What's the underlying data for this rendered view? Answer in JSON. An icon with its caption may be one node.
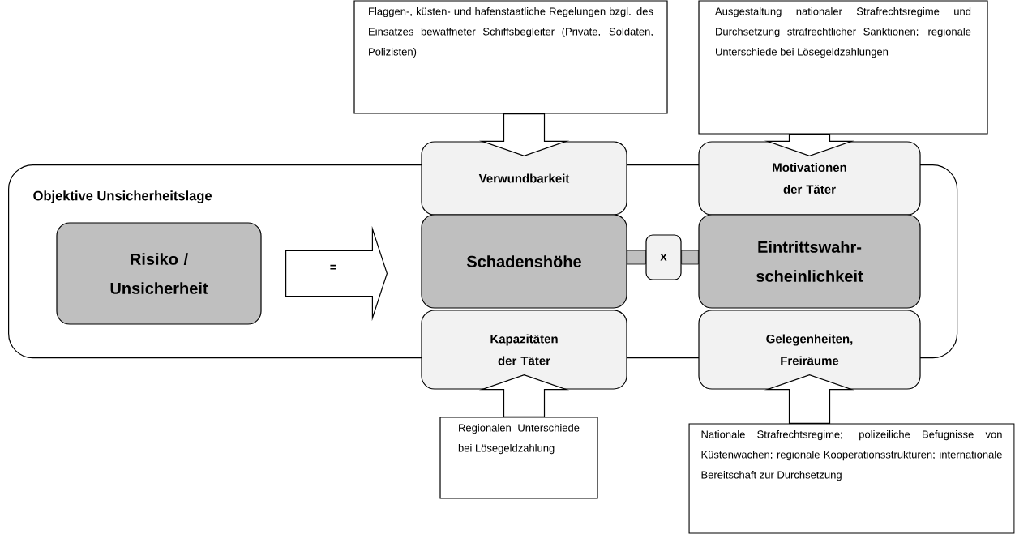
{
  "diagram": {
    "nodes": [
      {
        "text": [
          "Objektive Unsicherheitslage"
        ]
      },
      {
        "text": [
          "Risiko / Unsicherheit"
        ],
        "in": 0
      },
      {
        "text": [
          "Flaggen-, küsten- und hafenstaatliche Regelungen bzgl. des Einsatzes bewaffneter Schiffsbegleiter (Private, Soldaten, Polizisten)"
        ]
      },
      {
        "text": [
          "Ausgestaltung nationaler Strafrechtsregime und Durchsetzung strafrechtlicher Sanktionen; regionale Unterschiede bei Lösegeldzahlungen"
        ]
      },
      {
        "text": [
          "Verwundbarkeit"
        ]
      },
      {
        "text": [
          "Motivationen der Täter"
        ]
      },
      {
        "text": [
          "Schadenshöhe"
        ],
        "in": 0
      },
      {
        "text": [
          "x"
        ],
        "in": 0
      },
      {
        "text": [
          "Eintrittswahr-scheinlichkeit"
        ],
        "in": 0
      },
      {
        "text": [
          "Kapazitäten der Täter"
        ]
      },
      {
        "text": [
          "Gelegenheiten, Freiräume"
        ]
      },
      {
        "text": [
          "Regionalen Unterschiede bei Lösegeldzahlung"
        ]
      },
      {
        "text": [
          "Nationale Strafrechtsregime; polizeiliche Befugnisse von Küstenwachen; regionale Kooperationsstrukturen; internationale Bereitschaft zur Durchsetzung"
        ]
      }
    ],
    "edges": [
      {
        "from": 1,
        "to": 6,
        "arrow": "to",
        "label": "="
      },
      {
        "from": 2,
        "to": 4,
        "arrow": "to"
      },
      {
        "from": 3,
        "to": 5,
        "arrow": "to"
      },
      {
        "from": 11,
        "to": 9,
        "arrow": "to"
      },
      {
        "from": 12,
        "to": 10,
        "arrow": "to"
      },
      {
        "from": 6,
        "to": 7,
        "arrow": "none",
        "color": "#bfbfbf"
      },
      {
        "from": 7,
        "to": 8,
        "arrow": "none",
        "color": "#bfbfbf"
      }
    ]
  }
}
